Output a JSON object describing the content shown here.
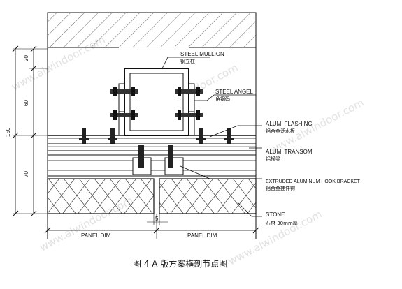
{
  "labels": {
    "steel_mullion": "STEEL MULLION",
    "steel_mullion_cn": "钢立柱",
    "steel_angle": "STEEL ANGEL",
    "steel_angle_cn": "角钢码",
    "alum_flashing": "ALUM. FLASHING",
    "alum_flashing_cn": "铝合金泛水板",
    "alum_transom": "ALUM. TRANSOM",
    "alum_transom_cn": "铝横梁",
    "hook_bracket": "EXTRUDED ALUMINUM HOOK BRACKET",
    "hook_bracket_cn": "铝合金挂件钩",
    "stone": "STONE",
    "stone_cn": "石材 30mm厚"
  },
  "dimensions": {
    "d20": "20",
    "d60": "60",
    "d70": "70",
    "d150": "150",
    "d5": "5",
    "panel_left": "PANEL DIM.",
    "panel_right": "PANEL DIM."
  },
  "caption": "图 4   A 版方案横剖节点图",
  "watermark": "www.alwindoor.com"
}
